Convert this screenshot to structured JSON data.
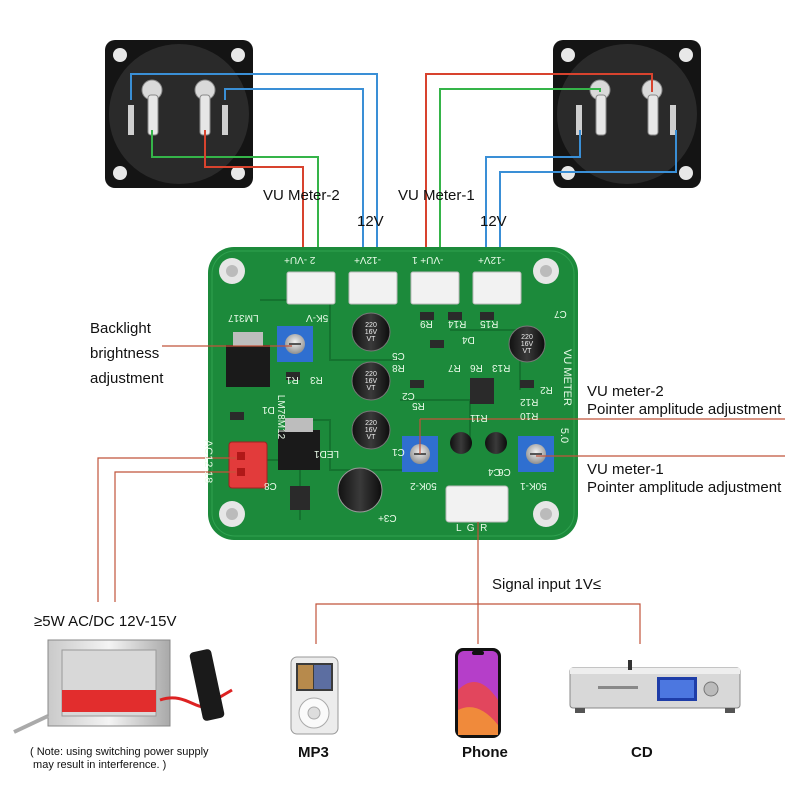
{
  "meters": {
    "left_label": "VU Meter-2",
    "right_label": "VU Meter-1",
    "left_supply": "12V",
    "right_supply": "12V"
  },
  "board": {
    "connector_left_pins": "2 -VU+",
    "connector_12v_a": "-12V+",
    "connector_vu1": "-VU+ 1",
    "connector_12v_b": "-12V+",
    "silk_lm317": "LM317",
    "silk_5k": "5K-V",
    "silk_lm7812": "LM78M12",
    "silk_ac": "AC12-18",
    "silk_vumeter": "VU METER",
    "silk_version": "5.0",
    "silk_50k2": "50K-2",
    "silk_50k1": "50K-1",
    "silk_lgr": "L  G  R",
    "cap_text": "220 16V VT",
    "refs": [
      "R9",
      "R14",
      "R15",
      "C7",
      "C5",
      "D4",
      "R8",
      "R7",
      "R6",
      "R13",
      "R1",
      "R3",
      "R2",
      "R5",
      "R12",
      "R11",
      "R10",
      "C2",
      "C1",
      "C4",
      "C6",
      "C3+",
      "D1",
      "LED1",
      "C8"
    ]
  },
  "annotations": {
    "backlight": "Backlight\nbrightness\nadjustment",
    "vu2_title": "VU meter-2",
    "vu2_sub": "Pointer amplitude adjustment",
    "vu1_title": "VU meter-1",
    "vu1_sub": "Pointer amplitude adjustment",
    "signal": "Signal input 1V≤",
    "power": "≥5W AC/DC 12V-15V",
    "note": "( Note: using switching power supply\n may result in interference. )"
  },
  "devices": {
    "mp3": "MP3",
    "phone": "Phone",
    "cd": "CD"
  },
  "colors": {
    "pcb_green": "#1c8a3b",
    "wire_red": "#d8432e",
    "wire_green": "#35b449",
    "wire_blue": "#3a8fd6",
    "annot_line": "#c1533b"
  }
}
